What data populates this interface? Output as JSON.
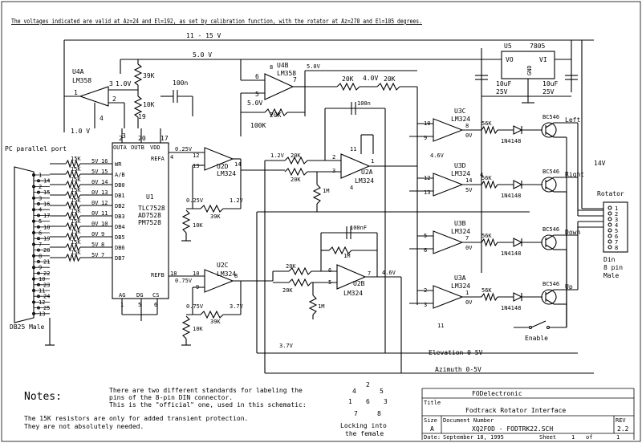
{
  "header_note": "The voltages indicated are valid at Az=24 and El=192, as set by calibration function, with the rotator at Az=270 and El=105 degrees.",
  "rails": {
    "v11_15": "11 - 15 V",
    "v5": "5.0 V",
    "v5b": "5.0V"
  },
  "regulator": {
    "ref": "U5",
    "part": "7805",
    "vo": "VO",
    "vi": "VI",
    "gnd": "GND",
    "c_left": "10uF",
    "c_left_v": "25V",
    "c_right": "10uF",
    "c_right_v": "25V"
  },
  "u4a": {
    "ref": "U4A",
    "part": "LM358",
    "pin_in": "3",
    "v_out": "1.0V",
    "pin_out": "1",
    "pin_2": "2",
    "pin_4": "4",
    "v_low": "1.0 V",
    "r1": "39K",
    "r2": "10K"
  },
  "u4b": {
    "ref": "U4B",
    "part": "LM358",
    "pin6": "6",
    "pin5": "5",
    "pin7": "7",
    "v5": "5.0V",
    "r": "20K",
    "r100": "100K",
    "v_top": "4.0V",
    "cap": "100n",
    "pin8": "8"
  },
  "dac": {
    "ref": "U1",
    "parts": [
      "TLC7528",
      "AD7528",
      "PM7528"
    ],
    "pins_top": [
      "OUTA",
      "OUTB",
      "VDD"
    ],
    "pin_nums_top": [
      "2",
      "20",
      "17"
    ],
    "refa": "REFA",
    "refb": "REFB",
    "refa_v": "0.25V",
    "refa_pin": "4",
    "refb_pin": "18",
    "refb_v": "0.75V",
    "left_pins": [
      {
        "n": "16",
        "l": "WR"
      },
      {
        "n": "15",
        "l": "A/B"
      },
      {
        "n": "14",
        "l": "DB0"
      },
      {
        "n": "13",
        "l": "DB1"
      },
      {
        "n": "12",
        "l": "DB2"
      },
      {
        "n": "11",
        "l": "DB3"
      },
      {
        "n": "10",
        "l": "DB4"
      },
      {
        "n": "9",
        "l": "DB5"
      },
      {
        "n": "8",
        "l": "DB6"
      },
      {
        "n": "7",
        "l": "DB7"
      }
    ],
    "bottom_pins": [
      "AG",
      "DG",
      "CS"
    ],
    "bottom_nums": [
      "1",
      "5",
      "6"
    ],
    "pin3": "3",
    "pin19": "19"
  },
  "pc_port": {
    "label": "PC parallel port",
    "bottom": "DB25 Male",
    "resistor": "15K",
    "volts": [
      "5V",
      "5V",
      "0V",
      "0V",
      "0V",
      "0V",
      "0V",
      "0V",
      "5V",
      "5V"
    ],
    "pins": [
      "1",
      "14",
      "2",
      "15",
      "3",
      "16",
      "4",
      "17",
      "5",
      "18",
      "6",
      "19",
      "7",
      "20",
      "8",
      "21",
      "9",
      "22",
      "10",
      "23",
      "11",
      "24",
      "12",
      "25",
      "13"
    ]
  },
  "u2d": {
    "ref": "U2D",
    "part": "LM324",
    "p12": "12",
    "p13": "13",
    "p14": "14",
    "v": "1.2V",
    "v25": "0.25V",
    "r39": "39K",
    "r10": "10K"
  },
  "u2c": {
    "ref": "U2C",
    "part": "LM324",
    "p10": "10",
    "p9": "9",
    "p8": "8",
    "v": "3.7V",
    "v75": "0.75V",
    "r39": "39K",
    "r10": "10K"
  },
  "u2a": {
    "ref": "U2A",
    "part": "LM324",
    "p2": "2",
    "p3": "3",
    "p1": "1",
    "p4": "4",
    "v_in": "1.2V",
    "r20a": "20K",
    "r20b": "20K",
    "r1m": "1M",
    "cap": "100n",
    "p11": "11"
  },
  "u2b": {
    "ref": "U2B",
    "part": "LM324",
    "p6": "6",
    "p5": "5",
    "p7": "7",
    "v": "4.6V",
    "r20a": "20K",
    "r20b": "20K",
    "r1m": "1M",
    "r1m2": "1M",
    "cap": "100nF"
  },
  "u3": [
    {
      "ref": "U3C",
      "part": "LM324",
      "pa": "10",
      "pb": "9",
      "po": "8",
      "v": "0V",
      "vin": "4.6V",
      "r": "56K",
      "d": "1N4148",
      "q": "BC546",
      "out": "Left"
    },
    {
      "ref": "U3D",
      "part": "LM324",
      "pa": "12",
      "pb": "13",
      "po": "14",
      "v": "5V",
      "r": "56K",
      "d": "1N4148",
      "q": "BC546",
      "out": "Right"
    },
    {
      "ref": "U3B",
      "part": "LM324",
      "pa": "5",
      "pb": "6",
      "po": "7",
      "v": "0V",
      "r": "56K",
      "d": "1N4148",
      "q": "BC546",
      "out": "Down"
    },
    {
      "ref": "U3A",
      "part": "LM324",
      "pa": "2",
      "pb": "3",
      "po": "1",
      "v": "0V",
      "r": "56K",
      "d": "1N4148",
      "q": "BC546",
      "out": "Up"
    }
  ],
  "u3_pin4": "4",
  "u3_pin11": "11",
  "v14": "14V",
  "v37": "3.7V",
  "elevation": "Elevation 0-5V",
  "azimuth": "Azimuth 0-5V",
  "enable": "Enable",
  "connector": {
    "title": "Rotator",
    "pins": [
      "1",
      "2",
      "3",
      "4",
      "5",
      "6",
      "7",
      "8"
    ],
    "bottom": [
      "Din",
      "8 pin",
      "Male"
    ]
  },
  "notes": {
    "heading": "Notes:",
    "lines": [
      "There are two different standards for labeling the",
      "pins of the 8-pin DIN connector.",
      "This is the \"official\" one, used in this schematic:"
    ],
    "lines2": [
      "The 15K resistors are only for added transient protection.",
      "They are not absolutely needed."
    ],
    "din_nums": [
      "4",
      "2",
      "5",
      "1",
      "6",
      "3",
      "7",
      "8"
    ],
    "locking": [
      "Locking into",
      "the female"
    ]
  },
  "titleblock": {
    "company": "FODelectronic",
    "title_label": "Title",
    "title": "Fodtrack Rotator Interface",
    "size_label": "Size",
    "size": "A",
    "docnum_label": "Document Number",
    "docnum": "XQ2FOD - FODTRK22.SCH",
    "rev_label": "REV",
    "rev": "2.2",
    "date_label": "Date:",
    "date": "September 18, 1995",
    "sheet_label": "Sheet",
    "sheet": "1",
    "of": "of",
    "sheet_total": "1"
  }
}
